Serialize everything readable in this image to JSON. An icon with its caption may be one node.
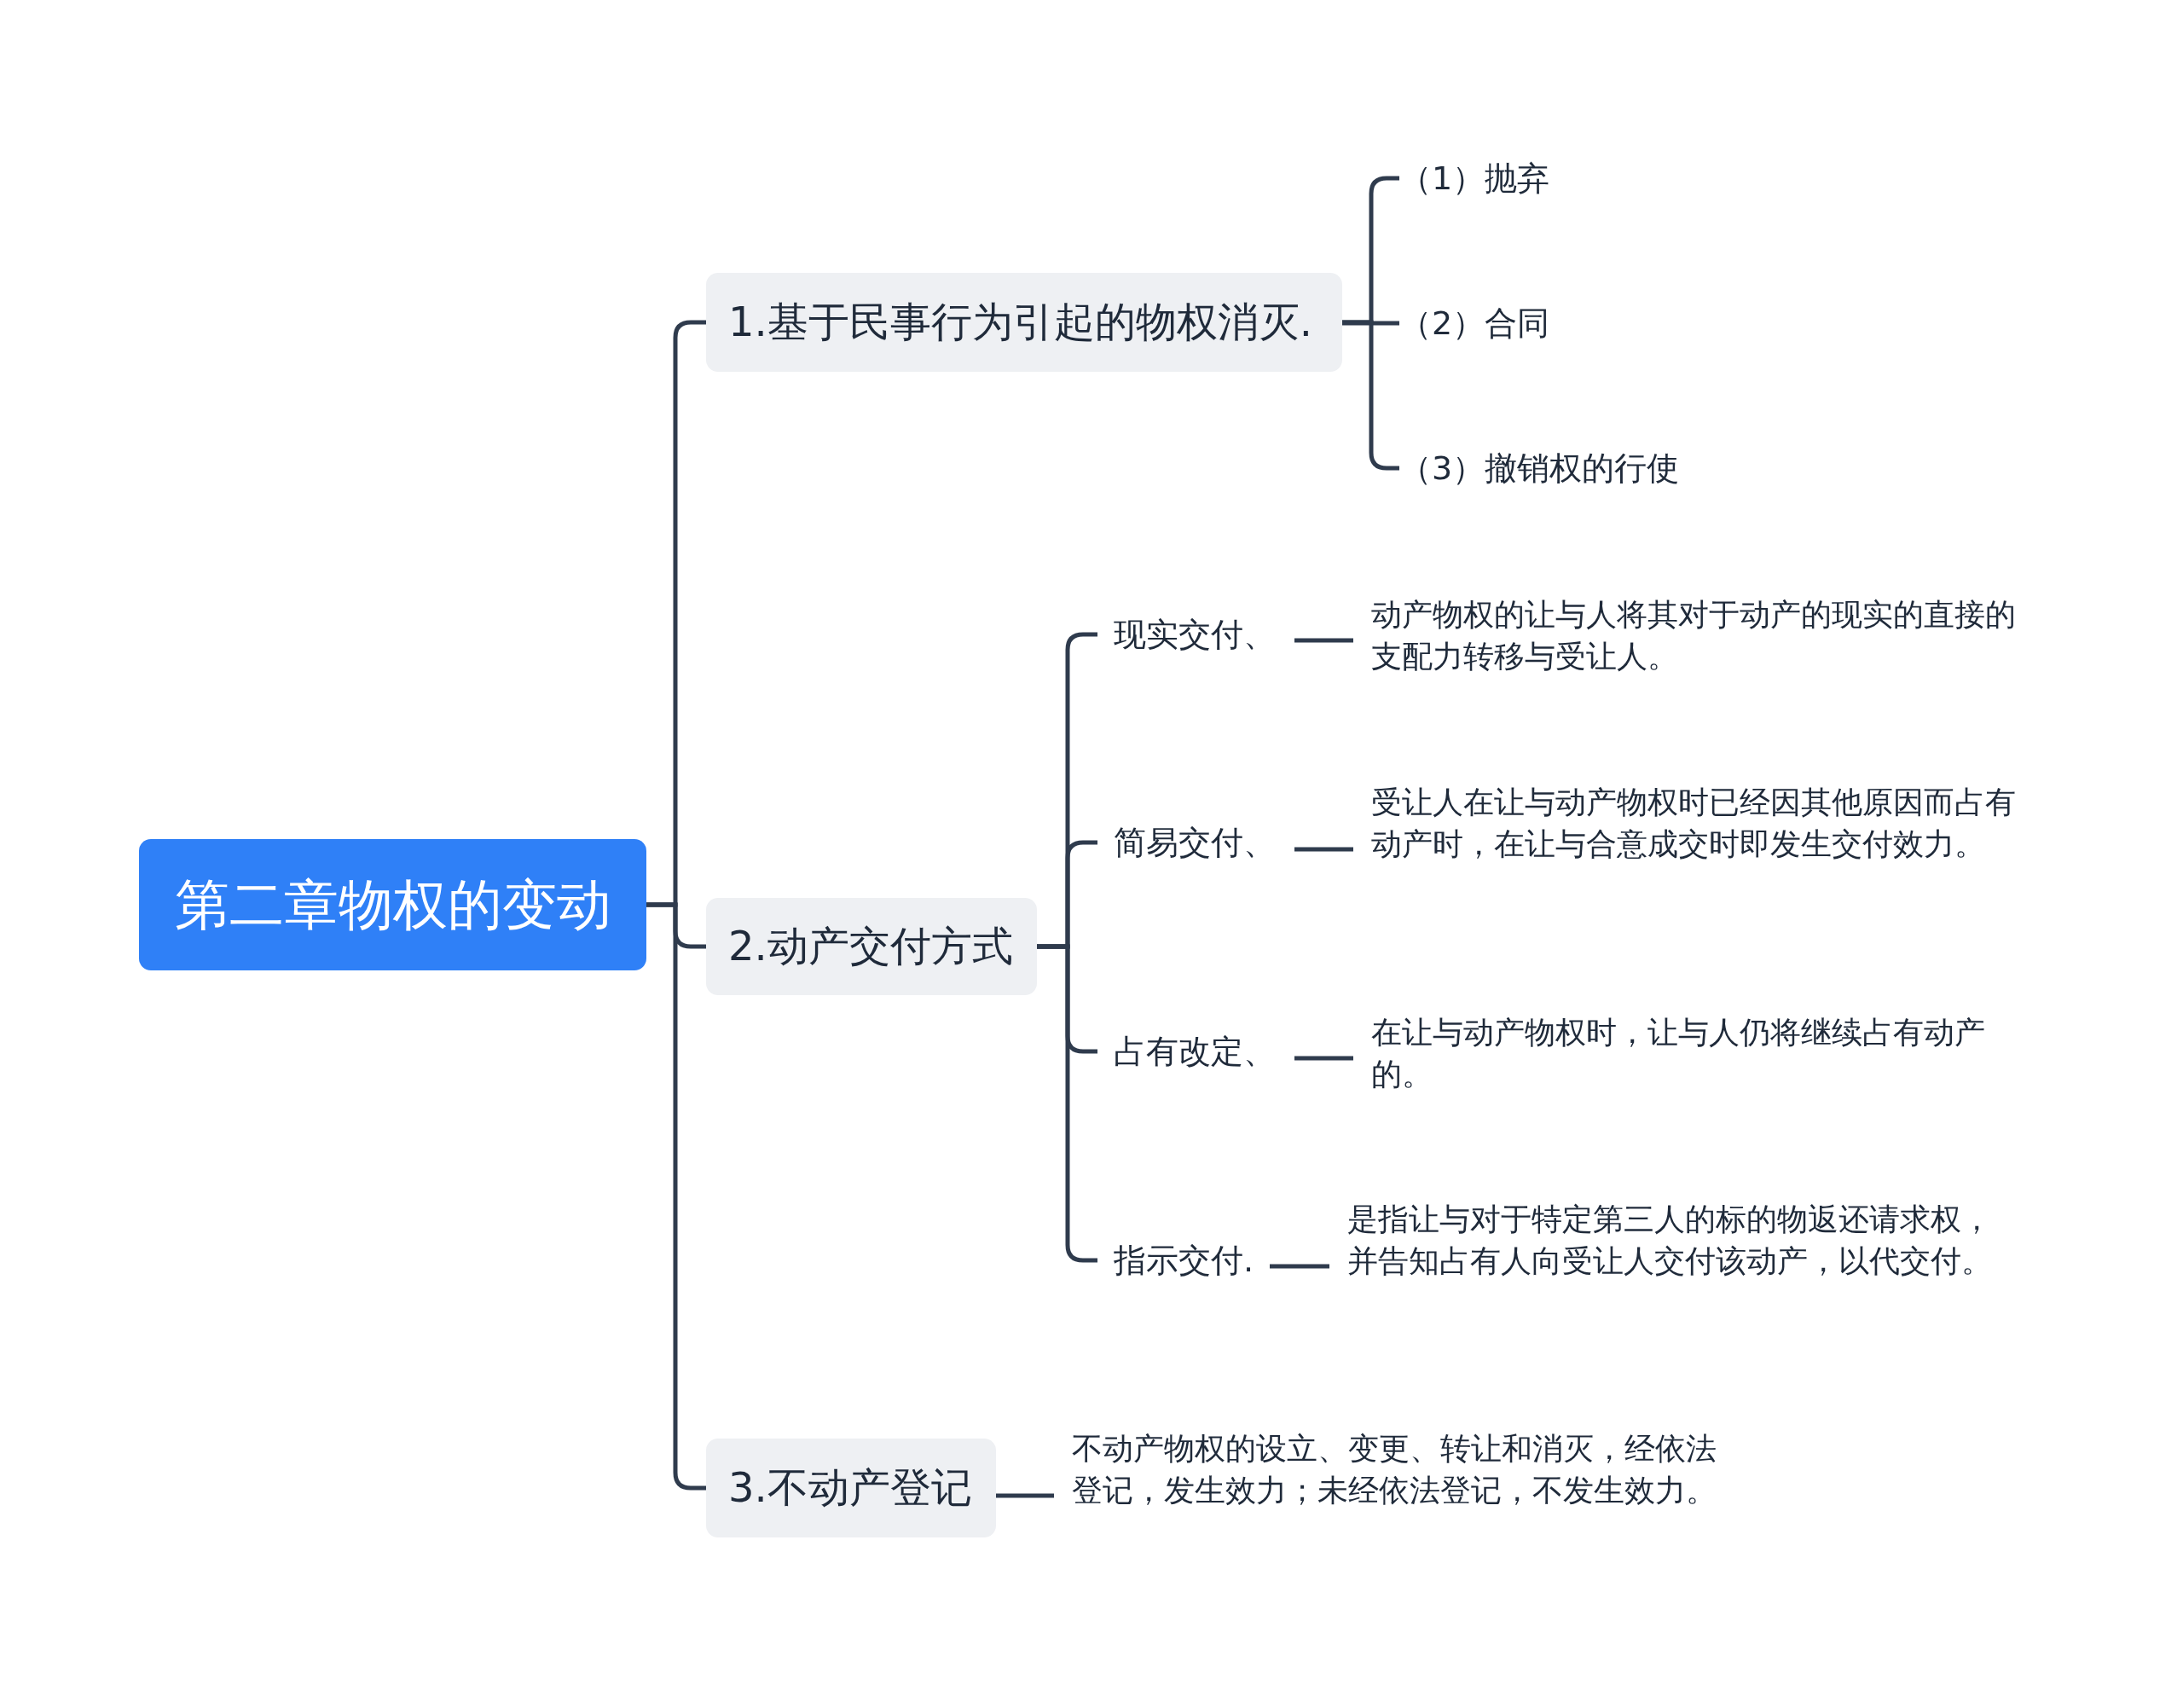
{
  "diagram": {
    "nodes": [
      {
        "text": [
          "第二章物权的变动"
        ]
      },
      {
        "text": [
          "1.基于民事行为引起的物权消灭."
        ]
      },
      {
        "text": [
          "（1）抛弃"
        ]
      },
      {
        "text": [
          "（2）合同"
        ]
      },
      {
        "text": [
          "（3）撤销权的行使"
        ]
      },
      {
        "text": [
          "2.动产交付方式"
        ]
      },
      {
        "text": [
          "现实交付、"
        ]
      },
      {
        "text": [
          "动产物权的让与人将其对于动产的现实的直接的支配力转移与受让人。"
        ]
      },
      {
        "text": [
          "简易交付、"
        ]
      },
      {
        "text": [
          "受让人在让与动产物权时已经因其他原因而占有动产时，在让与合意成交时即发生交付效力。"
        ]
      },
      {
        "text": [
          "占有改定、"
        ]
      },
      {
        "text": [
          "在让与动产物权时，让与人仍将继续占有动产的。"
        ]
      },
      {
        "text": [
          "指示交付."
        ]
      },
      {
        "text": [
          "是指让与对于特定第三人的标的物返还请求权，并告知占有人向受让人交付该动产，以代交付。"
        ]
      },
      {
        "text": [
          "3.不动产登记"
        ]
      },
      {
        "text": [
          "不动产物权的设立、变更、转让和消灭，经依法登记，发生效力；未经依法登记，不发生效力。"
        ]
      }
    ],
    "edges": [
      {
        "from": 0,
        "to": 1,
        "arrow": "none"
      },
      {
        "from": 0,
        "to": 5,
        "arrow": "none"
      },
      {
        "from": 0,
        "to": 14,
        "arrow": "none"
      },
      {
        "from": 1,
        "to": 2,
        "arrow": "none"
      },
      {
        "from": 1,
        "to": 3,
        "arrow": "none"
      },
      {
        "from": 1,
        "to": 4,
        "arrow": "none"
      },
      {
        "from": 5,
        "to": 6,
        "arrow": "none"
      },
      {
        "from": 5,
        "to": 8,
        "arrow": "none"
      },
      {
        "from": 5,
        "to": 10,
        "arrow": "none"
      },
      {
        "from": 5,
        "to": 12,
        "arrow": "none"
      },
      {
        "from": 6,
        "to": 7,
        "arrow": "none"
      },
      {
        "from": 8,
        "to": 9,
        "arrow": "none"
      },
      {
        "from": 10,
        "to": 11,
        "arrow": "none"
      },
      {
        "from": 12,
        "to": 13,
        "arrow": "none"
      },
      {
        "from": 14,
        "to": 15,
        "arrow": "none"
      }
    ]
  }
}
